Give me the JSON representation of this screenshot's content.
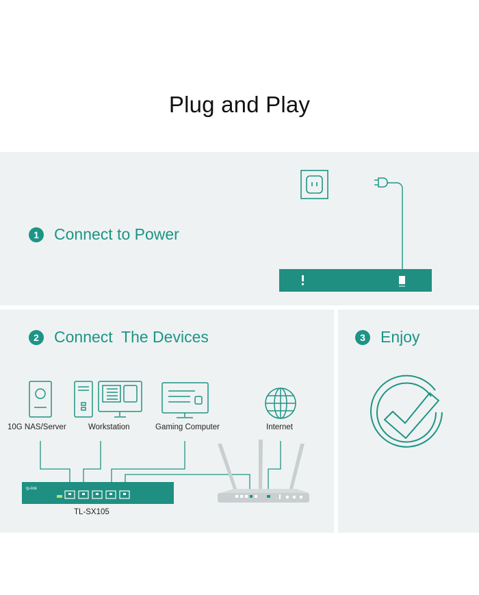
{
  "page_title": "Plug and Play",
  "steps": [
    {
      "number": "1",
      "label": "Connect to Power"
    },
    {
      "number": "2",
      "label": "Connect  The Devices"
    },
    {
      "number": "3",
      "label": "Enjoy"
    }
  ],
  "devices": {
    "nas": "10G NAS/Server",
    "workstation": "Workstation",
    "gaming": "Gaming Computer",
    "internet": "Internet"
  },
  "switch": {
    "model": "TL-SX105",
    "brand": "tp-link"
  },
  "colors": {
    "accent": "#1c9486",
    "switch_body": "#1f8f82",
    "panel_bg": "#eff2f2",
    "router_body": "#c9cfd0"
  }
}
